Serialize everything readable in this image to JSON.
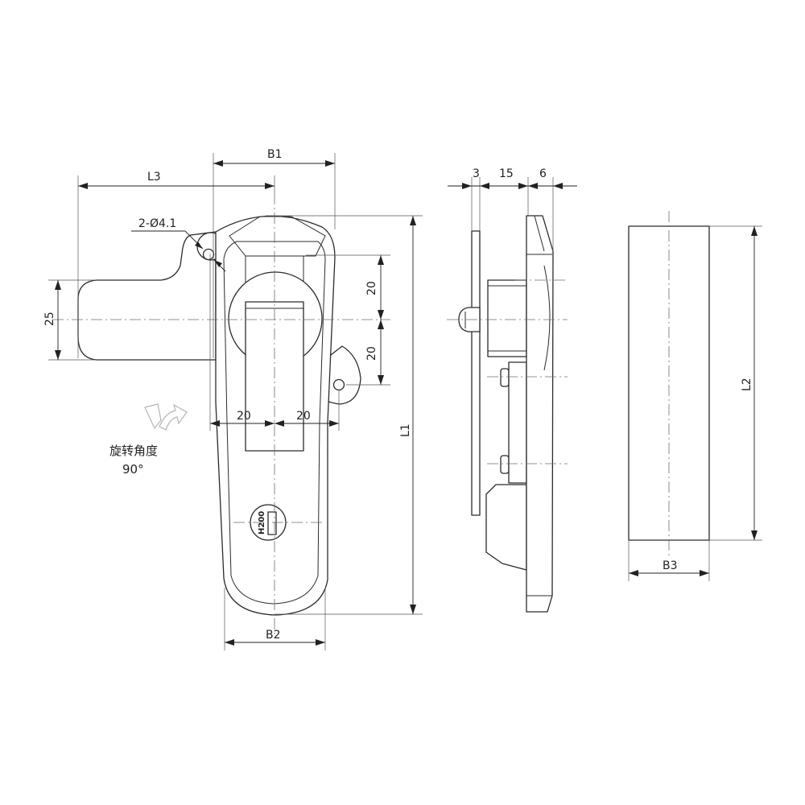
{
  "dimensions": {
    "b1": "B1",
    "l3": "L3",
    "hole": "2-Ø4.1",
    "twenty_upper": "20",
    "twenty_lower": "20",
    "twenty_left": "20",
    "twenty_right": "20",
    "twentyfive": "25",
    "l1": "L1",
    "b2": "B2",
    "side_three": "3",
    "side_fifteen": "15",
    "side_six": "6",
    "l2": "L2",
    "b3": "B3"
  },
  "notes": {
    "rotation_label": "旋转角度",
    "rotation_value": "90°",
    "key_code": "H200"
  },
  "icons": {
    "rotation": "rotate-arrow-icon"
  }
}
